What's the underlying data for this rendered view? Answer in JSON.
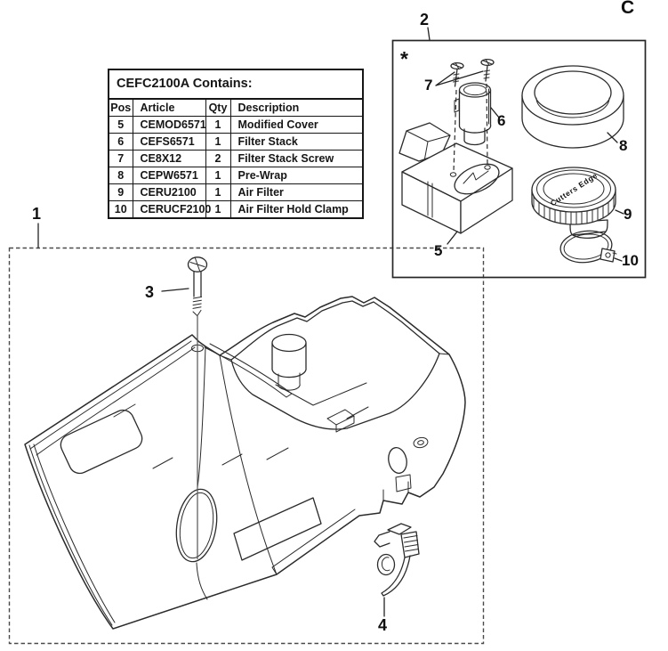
{
  "page": {
    "corner_letter": "C",
    "footnote_symbol": "*",
    "ink_color": "#2b2b2b"
  },
  "table": {
    "title": "CEFC2100A Contains:",
    "columns": [
      "Pos",
      "Article",
      "Qty",
      "Description"
    ],
    "rows": [
      [
        "5",
        "CEMOD6571",
        "1",
        "Modified Cover"
      ],
      [
        "6",
        "CEFS6571",
        "1",
        "Filter Stack"
      ],
      [
        "7",
        "CE8X12",
        "2",
        "Filter Stack Screw"
      ],
      [
        "8",
        "CEPW6571",
        "1",
        "Pre-Wrap"
      ],
      [
        "9",
        "CERU2100",
        "1",
        "Air Filter"
      ],
      [
        "10",
        "CERUCF2100",
        "1",
        "Air Filter Hold Clamp"
      ]
    ]
  },
  "labels": {
    "main_group": "1",
    "detail_group": "2",
    "cover_screw": "3",
    "clip": "4",
    "modified_cover": "5",
    "filter_stack": "6",
    "filter_stack_screw": "7",
    "pre_wrap": "8",
    "air_filter": "9",
    "air_filter_hold_clamp": "10"
  },
  "air_filter_brand": "Cutters Edge"
}
